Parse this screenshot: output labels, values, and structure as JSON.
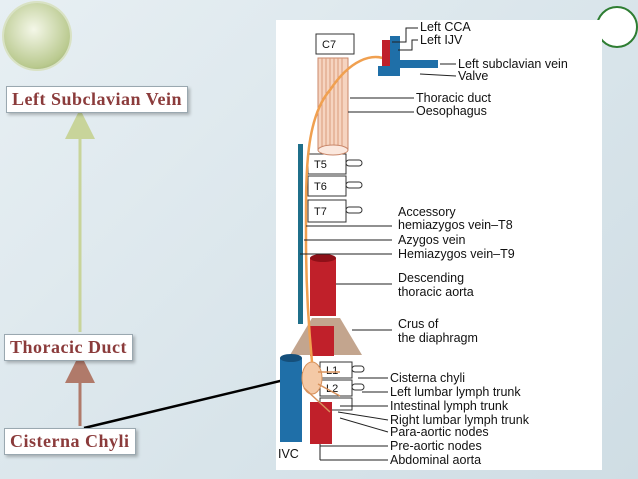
{
  "labels": {
    "left_subclavian_vein": "Left Subclavian Vein",
    "thoracic_duct": "Thoracic Duct",
    "cisterna_chyli": "Cisterna Chyli"
  },
  "vertebrae": {
    "c7": "C7",
    "t5": "T5",
    "t6": "T6",
    "t7": "T7",
    "l1": "L1",
    "l2": "L2"
  },
  "diagram_labels": {
    "left_cca": "Left CCA",
    "left_ijv": "Left IJV",
    "left_subclavian_vein": "Left subclavian vein",
    "valve": "Valve",
    "thoracic_duct": "Thoracic duct",
    "oesophagus": "Oesophagus",
    "accessory_1": "Accessory",
    "accessory_2": "hemiazygos vein–T8",
    "azygos_vein": "Azygos vein",
    "hemiazygos_vein": "Hemiazygos vein–T9",
    "descending_1": "Descending",
    "descending_2": "thoracic aorta",
    "crus_1": "Crus of",
    "crus_2": "the diaphragm",
    "cisterna_chyli": "Cisterna chyli",
    "left_lumbar": "Left lumbar lymph trunk",
    "intestinal": "Intestinal lymph trunk",
    "right_lumbar": "Right lumbar lymph trunk",
    "para_aortic": "Para-aortic nodes",
    "pre_aortic": "Pre-aortic nodes",
    "abdominal_aorta": "Abdominal aorta",
    "ivc": "IVC"
  },
  "colors": {
    "label_text": "#8b3b3b",
    "arrow_up": "#c8d49a",
    "arrow_lower": "#b07a6a",
    "aorta_red": "#c0202a",
    "ivc_blue": "#1f6fa8",
    "duct_orange": "#f0a050"
  }
}
